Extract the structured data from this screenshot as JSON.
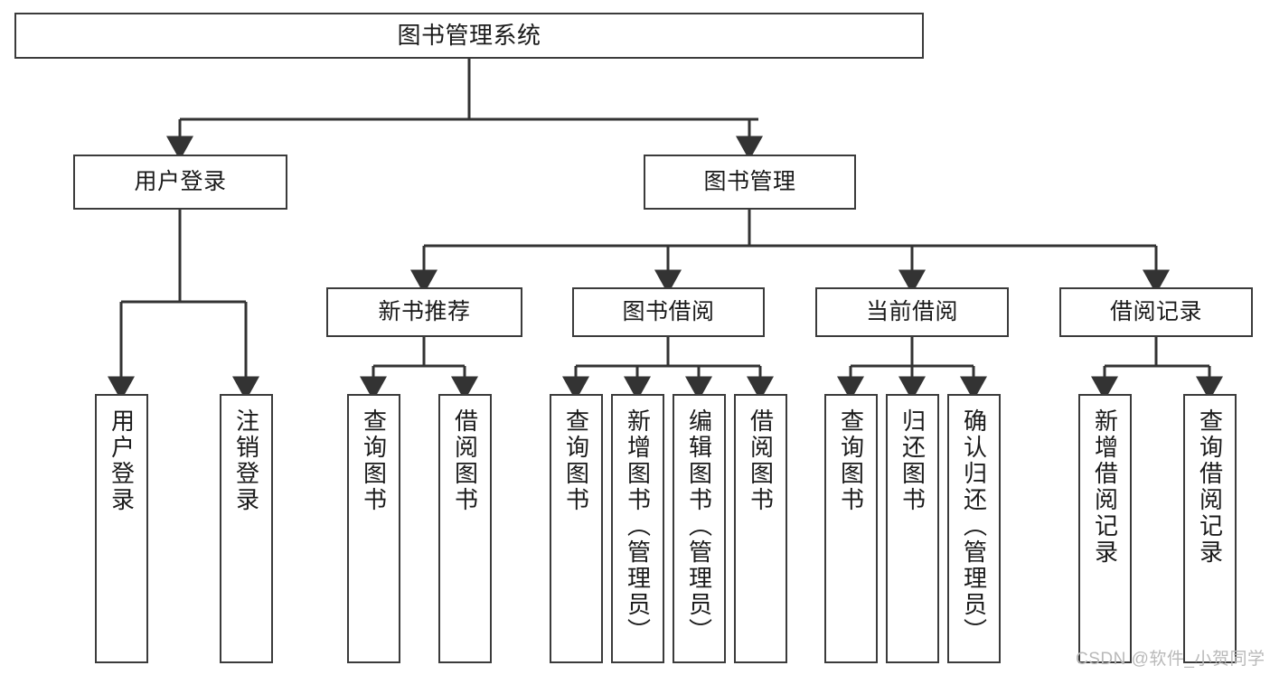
{
  "diagram": {
    "title": "图书管理系统",
    "style": {
      "box_border_color": "#3b3b3b",
      "box_fill_color": "#ffffff",
      "connector_color": "#333333",
      "text_color": "#1a1a1a",
      "background": "#ffffff"
    },
    "nodes": {
      "root": {
        "label": "图书管理系统"
      },
      "level2": [
        {
          "label": "用户登录"
        },
        {
          "label": "图书管理"
        }
      ],
      "level3": [
        {
          "label": "新书推荐"
        },
        {
          "label": "图书借阅"
        },
        {
          "label": "当前借阅"
        },
        {
          "label": "借阅记录"
        }
      ],
      "leaves": {
        "user_login": [
          {
            "label": "用户登录"
          },
          {
            "label": "注销登录"
          }
        ],
        "new_book_recommend": [
          {
            "label": "查询图书"
          },
          {
            "label": "借阅图书"
          }
        ],
        "book_borrow": [
          {
            "label": "查询图书"
          },
          {
            "label": "新增图书（管理员）"
          },
          {
            "label": "编辑图书（管理员）"
          },
          {
            "label": "借阅图书"
          }
        ],
        "current_borrow": [
          {
            "label": "查询图书"
          },
          {
            "label": "归还图书"
          },
          {
            "label": "确认归还（管理员）"
          }
        ],
        "borrow_record": [
          {
            "label": "新增借阅记录"
          },
          {
            "label": "查询借阅记录"
          }
        ]
      }
    }
  },
  "watermark": {
    "text": "CSDN @软件_小贺同学"
  }
}
